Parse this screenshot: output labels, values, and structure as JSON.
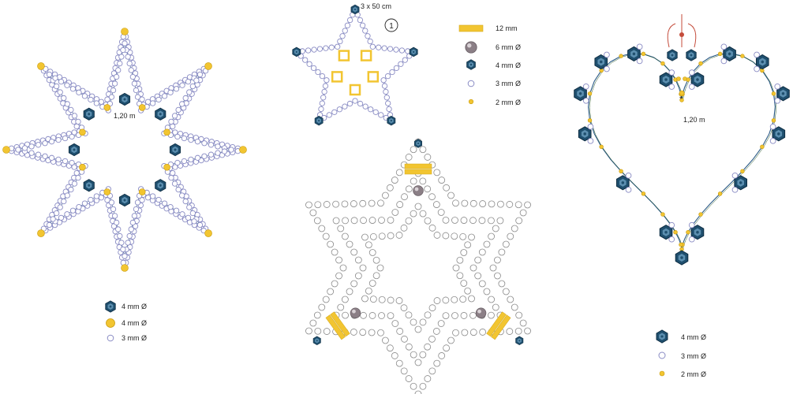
{
  "colors": {
    "hex_bead": "#1f4f6e",
    "hex_bead_light": "#5c8fb0",
    "gold_bead": "#f2c531",
    "seed_bead_stroke": "#8a8cc4",
    "pearl": "#8b7f86",
    "thread": "#2b5a86",
    "thread_red": "#c44b3a",
    "outline_bead": "#8a8a8a"
  },
  "star8": {
    "wire_label": "1,20 m",
    "legend": [
      {
        "icon": "hex-bead-icon",
        "label": "4 mm Ø"
      },
      {
        "icon": "gold-bead-icon",
        "label": "4 mm Ø"
      },
      {
        "icon": "seed-bead-icon",
        "label": "3 mm Ø"
      }
    ]
  },
  "star5": {
    "wire_label": "3 x 50 cm",
    "step_number": "1"
  },
  "center_legend": [
    {
      "icon": "bugle-bead-icon",
      "label": "12 mm"
    },
    {
      "icon": "pearl-icon",
      "label": "6 mm Ø"
    },
    {
      "icon": "hex-bead-icon",
      "label": "4 mm Ø"
    },
    {
      "icon": "seed-bead-icon",
      "label": "3 mm Ø"
    },
    {
      "icon": "gold-bead-icon",
      "label": "2 mm Ø"
    }
  ],
  "heart": {
    "wire_label": "1,20 m",
    "marker": "*",
    "legend": [
      {
        "icon": "hex-bead-icon",
        "label": "4 mm Ø"
      },
      {
        "icon": "seed-bead-icon",
        "label": "3 mm Ø"
      },
      {
        "icon": "gold-bead-icon",
        "label": "2 mm Ø"
      }
    ]
  }
}
